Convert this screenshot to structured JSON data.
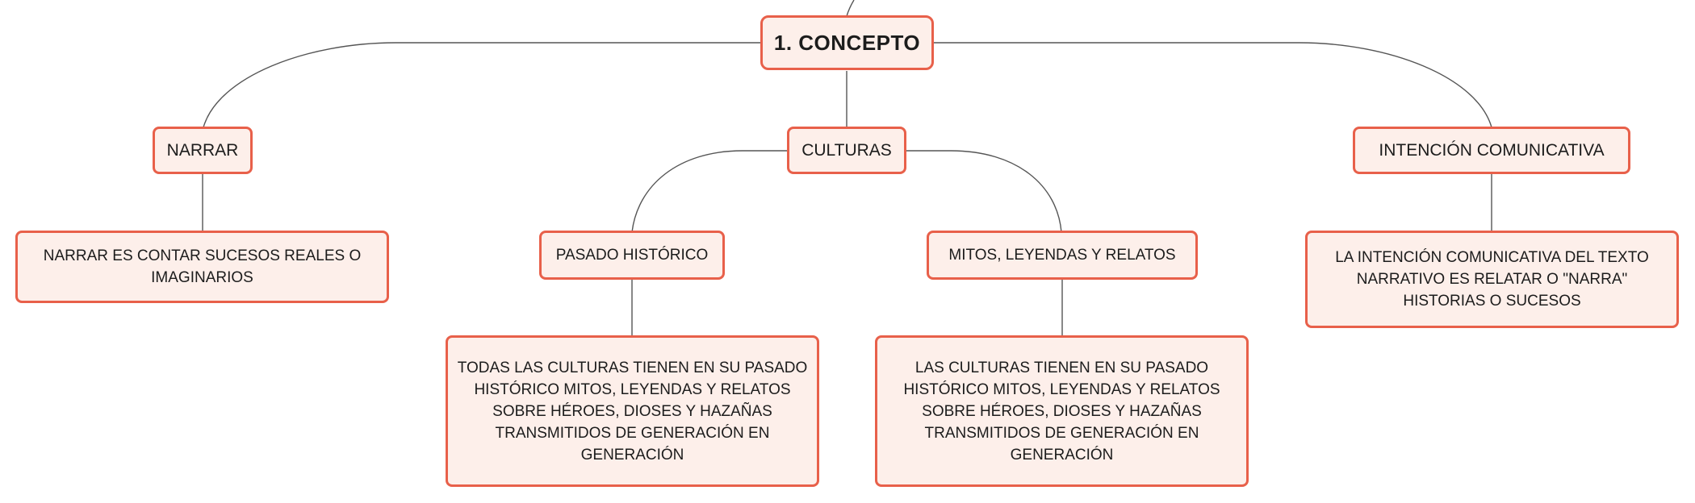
{
  "diagram": {
    "root": {
      "label": "1. CONCEPTO"
    },
    "branches": {
      "narrar": {
        "label": "NARRAR",
        "detail": "NARRAR ES CONTAR SUCESOS REALES O IMAGINARIOS"
      },
      "culturas": {
        "label": "CULTURAS",
        "pasado": {
          "label": "PASADO HISTÓRICO",
          "detail": "TODAS LAS CULTURAS TIENEN EN SU PASADO HISTÓRICO MITOS, LEYENDAS Y RELATOS SOBRE HÉROES, DIOSES Y HAZAÑAS TRANSMITIDOS DE GENERACIÓN EN GENERACIÓN"
        },
        "mitos": {
          "label": "MITOS, LEYENDAS Y RELATOS",
          "detail": "LAS CULTURAS TIENEN EN SU PASADO HISTÓRICO MITOS, LEYENDAS Y RELATOS SOBRE HÉROES, DIOSES Y HAZAÑAS TRANSMITIDOS DE GENERACIÓN EN GENERACIÓN"
        }
      },
      "intencion": {
        "label": "INTENCIÓN COMUNICATIVA",
        "detail": "LA INTENCIÓN COMUNICATIVA DEL TEXTO NARRATIVO ES RELATAR O \"NARRA\" HISTORIAS O SUCESOS"
      }
    },
    "colors": {
      "node_border": "#e8604a",
      "node_fill": "#fdefea",
      "connector": "#555555",
      "text": "#1c1c1c"
    }
  }
}
